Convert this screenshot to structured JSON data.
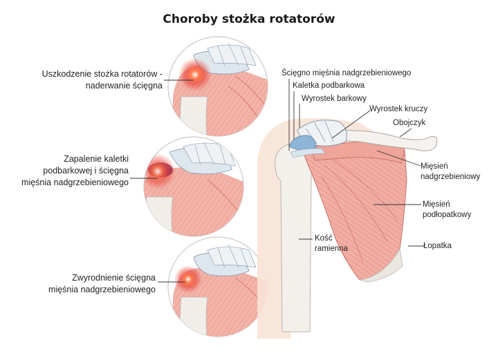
{
  "title": "Choroby stożka rotatorów",
  "conditions": [
    {
      "line1": "Uszkodzenie stożka rotatorów -",
      "line2": "naderwanie ścięgna",
      "line3": ""
    },
    {
      "line1": "Zapalenie kaletki",
      "line2": "podbarkowej i ścięgna",
      "line3": "mięśnia nadgrzebieniowego"
    },
    {
      "line1": "Zwyrodnienie ścięgna",
      "line2": "mięśnia nadgrzebieniowego",
      "line3": ""
    }
  ],
  "anatomy": {
    "supraspinatus_tendon": "Ścięgno mięśnia nadgrzebieniowego",
    "bursa": "Kaletka podbarkowa",
    "acromion": "Wyrostek barkowy",
    "coracoid": "Wyrostek kruczy",
    "clavicle": "Obojczyk",
    "supraspinatus_line1": "Mięsień",
    "supraspinatus_line2": "nadgrzebieniowy",
    "subscapularis_line1": "Mięsień",
    "subscapularis_line2": "podłopatkowy",
    "humerus_line1": "Kość",
    "humerus_line2": "ramienna",
    "scapula": "Łopatka"
  },
  "colors": {
    "muscle": "#f1aea4",
    "muscle_line": "#d9766b",
    "bone": "#f4f1ee",
    "tendon": "#d8e4ee",
    "bursa": "#8fb5d6",
    "skin": "#f6dccd",
    "inflammation": "#e23b2a"
  }
}
